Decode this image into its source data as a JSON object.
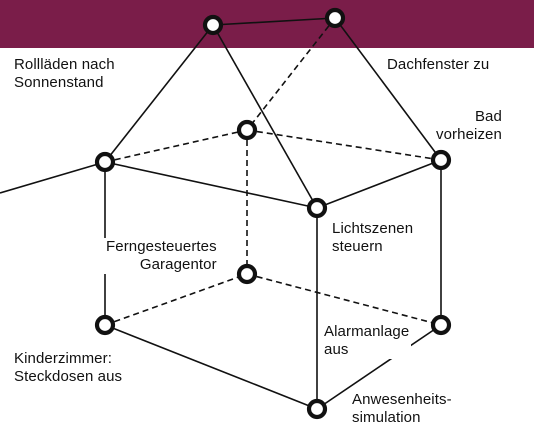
{
  "colors": {
    "header": "#7a1d49",
    "line": "#111111",
    "node_fill": "#ffffff",
    "node_stroke": "#111111",
    "background": "#ffffff"
  },
  "labels": {
    "rolllaeden": "Rollläden nach\nSonnenstand",
    "dachfenster": "Dachfenster zu",
    "bad": "Bad\nvorheizen",
    "licht": "Lichtszenen\nsteuern",
    "garagentor": "Ferngesteuertes\nGaragentor",
    "alarm": "Alarmanlage\naus",
    "kinderzimmer": "Kinderzimmer:\nSteckdosen aus",
    "anwesenheit": "Anwesenheits-\nsimulation"
  },
  "edges": [
    {
      "from": "roof_left",
      "to": "roof_right",
      "style": "solid"
    },
    {
      "from": "roof_left",
      "to": "left_top",
      "style": "solid"
    },
    {
      "from": "roof_left",
      "to": "front_top",
      "style": "solid"
    },
    {
      "from": "roof_right",
      "to": "right_top",
      "style": "solid"
    },
    {
      "from": "roof_right",
      "to": "back_top",
      "style": "dashed"
    },
    {
      "from": "left_top",
      "to": "front_top",
      "style": "solid"
    },
    {
      "from": "front_top",
      "to": "right_top",
      "style": "solid"
    },
    {
      "from": "left_top",
      "to": "back_top",
      "style": "dashed"
    },
    {
      "from": "back_top",
      "to": "right_top",
      "style": "dashed"
    },
    {
      "from": "left_top",
      "to": "left_bottom",
      "style": "solid"
    },
    {
      "from": "front_top",
      "to": "front_bottom",
      "style": "solid"
    },
    {
      "from": "right_top",
      "to": "right_bottom",
      "style": "solid"
    },
    {
      "from": "back_top",
      "to": "back_bottom",
      "style": "dashed"
    },
    {
      "from": "left_bottom",
      "to": "front_bottom",
      "style": "solid"
    },
    {
      "from": "front_bottom",
      "to": "right_bottom",
      "style": "solid"
    },
    {
      "from": "left_bottom",
      "to": "back_bottom",
      "style": "dashed"
    },
    {
      "from": "back_bottom",
      "to": "right_bottom",
      "style": "dashed"
    },
    {
      "from": "left_top",
      "to": "offscreen_left",
      "style": "solid"
    }
  ]
}
